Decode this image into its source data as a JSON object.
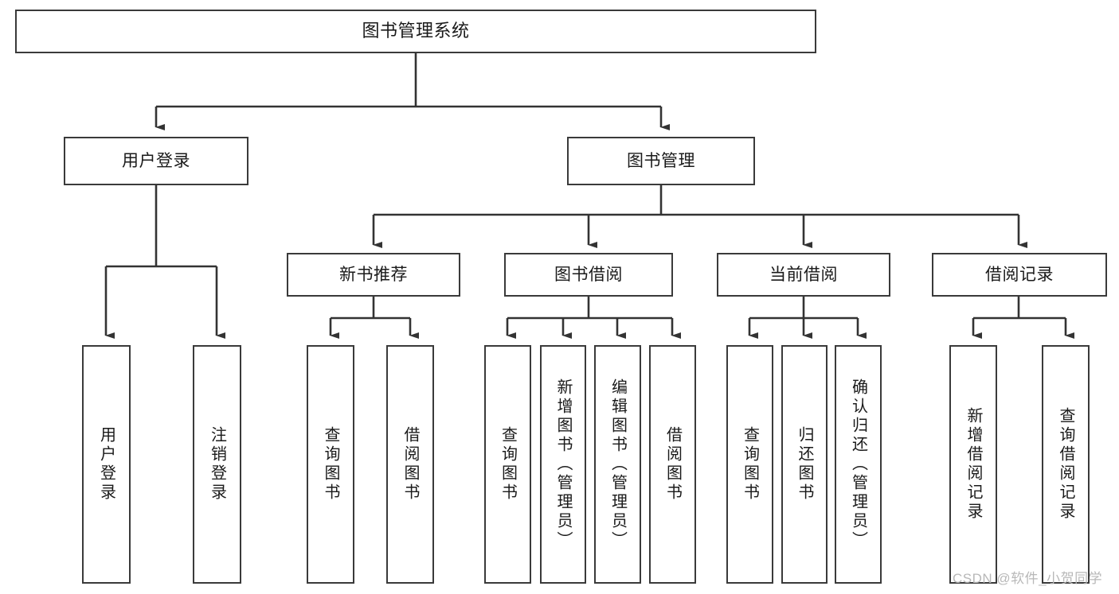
{
  "diagram": {
    "title": "图书管理系统",
    "type": "hierarchy-tree",
    "background_color": "#ffffff",
    "box_border_color": "#3a3a3a",
    "text_color": "#1a1a1a",
    "connector_color": "#333333"
  },
  "root": {
    "label": "图书管理系统"
  },
  "level2": [
    {
      "label": "用户登录"
    },
    {
      "label": "图书管理"
    }
  ],
  "level3": [
    {
      "label": "新书推荐"
    },
    {
      "label": "图书借阅"
    },
    {
      "label": "当前借阅"
    },
    {
      "label": "借阅记录"
    }
  ],
  "leaves": {
    "user_login": [
      {
        "label": "用户登录"
      },
      {
        "label": "注销登录"
      }
    ],
    "new_book_recommend": [
      {
        "label": "查询图书"
      },
      {
        "label": "借阅图书"
      }
    ],
    "book_borrow": [
      {
        "label": "查询图书"
      },
      {
        "label": "新增图书（管理员）"
      },
      {
        "label": "编辑图书（管理员）"
      },
      {
        "label": "借阅图书"
      }
    ],
    "current_borrow": [
      {
        "label": "查询图书"
      },
      {
        "label": "归还图书"
      },
      {
        "label": "确认归还（管理员）"
      }
    ],
    "borrow_record": [
      {
        "label": "新增借阅记录"
      },
      {
        "label": "查询借阅记录"
      }
    ]
  },
  "watermark": {
    "text": "CSDN @软件_小贺同学"
  }
}
